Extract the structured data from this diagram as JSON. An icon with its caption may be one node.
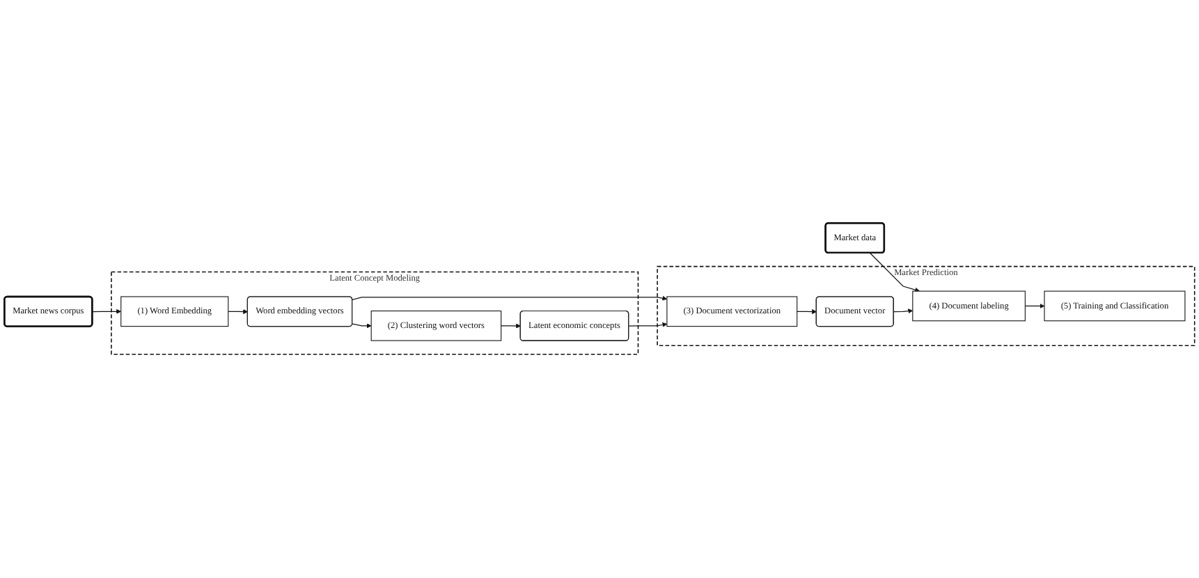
{
  "diagram": {
    "nodes": [
      {
        "text": [
          "Market news corpus"
        ]
      },
      {
        "text": [
          "Latent Concept Modeling"
        ]
      },
      {
        "text": [
          "(1) Word Embedding"
        ],
        "in": 1
      },
      {
        "text": [
          "Word embedding vectors"
        ],
        "in": 1
      },
      {
        "text": [
          "(2) Clustering word vectors"
        ],
        "in": 1
      },
      {
        "text": [
          "Latent economic concepts"
        ],
        "in": 1
      },
      {
        "text": [
          "Market data"
        ]
      },
      {
        "text": [
          "Market Prediction"
        ]
      },
      {
        "text": [
          "(3) Document vectorization"
        ],
        "in": 7
      },
      {
        "text": [
          "Document vector"
        ],
        "in": 7
      },
      {
        "text": [
          "(4) Document labeling"
        ],
        "in": 7
      },
      {
        "text": [
          "(5) Training and Classification"
        ],
        "in": 7
      }
    ],
    "edges": [
      {
        "from": 0,
        "to": 2,
        "arrow": "to"
      },
      {
        "from": 2,
        "to": 3,
        "arrow": "to"
      },
      {
        "from": 3,
        "to": 4,
        "arrow": "to"
      },
      {
        "from": 4,
        "to": 5,
        "arrow": "to"
      },
      {
        "from": 3,
        "to": 8,
        "arrow": "to"
      },
      {
        "from": 5,
        "to": 8,
        "arrow": "to"
      },
      {
        "from": 6,
        "to": 10,
        "arrow": "to"
      },
      {
        "from": 8,
        "to": 9,
        "arrow": "to"
      },
      {
        "from": 9,
        "to": 10,
        "arrow": "to"
      },
      {
        "from": 10,
        "to": 11,
        "arrow": "to"
      }
    ]
  }
}
